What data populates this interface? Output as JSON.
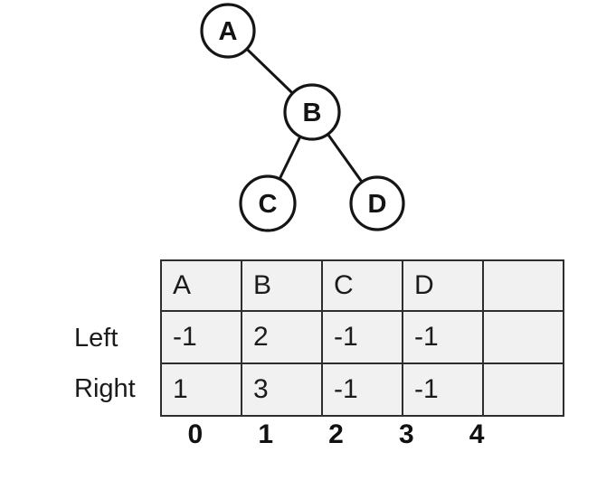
{
  "diagram": {
    "type": "binary-tree-with-array-representation",
    "tree": {
      "nodes": [
        {
          "label": "A"
        },
        {
          "label": "B"
        },
        {
          "label": "C"
        },
        {
          "label": "D"
        }
      ],
      "edges": [
        {
          "from": "A",
          "to": "B",
          "direction": "right-child"
        },
        {
          "from": "B",
          "to": "C",
          "direction": "left-child"
        },
        {
          "from": "B",
          "to": "D",
          "direction": "right-child"
        }
      ]
    },
    "table": {
      "column_headers": [
        "A",
        "B",
        "C",
        "D",
        ""
      ],
      "rows": [
        {
          "label": "Left",
          "cells": [
            "-1",
            "2",
            "-1",
            "-1",
            ""
          ]
        },
        {
          "label": "Right",
          "cells": [
            "1",
            "3",
            "-1",
            "-1",
            ""
          ]
        }
      ],
      "index_labels": [
        "0",
        "1",
        "2",
        "3",
        "4"
      ]
    }
  },
  "colors": {
    "background": "#ffffff",
    "cell_background": "#f1f1f1",
    "table_border": "#2e2e2e",
    "stroke": "#151515",
    "text": "#1b1b1b"
  }
}
